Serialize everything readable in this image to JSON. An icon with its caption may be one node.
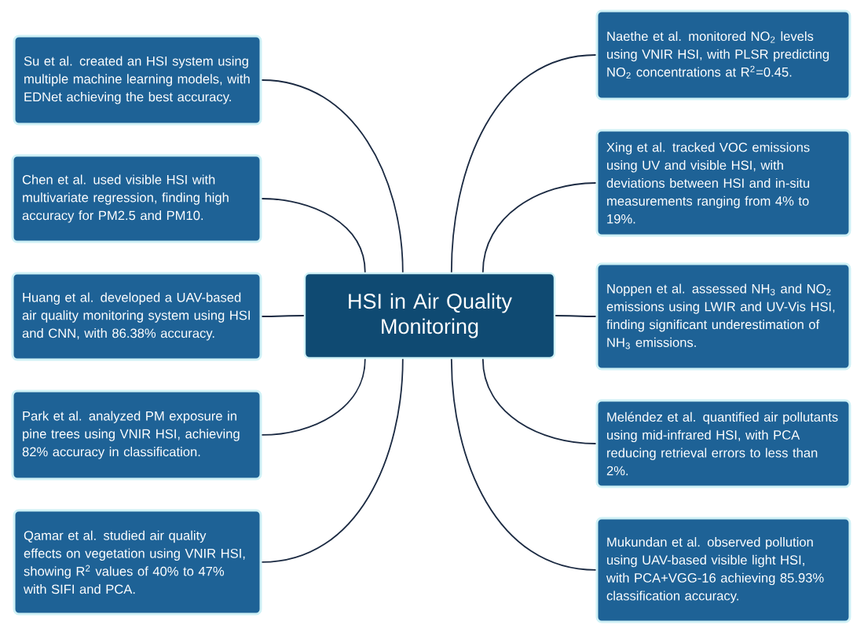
{
  "diagram": {
    "nodes": [
      {
        "text": [
          "HSI in Air Quality Monitoring"
        ]
      },
      {
        "text": [
          "Su et al. created an HSI system using multiple machine learning models, with EDNet achieving the best accuracy."
        ]
      },
      {
        "text": [
          "Chen et al. used visible HSI with multivariate regression, finding high accuracy for PM2.5 and PM10."
        ]
      },
      {
        "text": [
          "Huang et al. developed a UAV-based air quality monitoring system using HSI and CNN, with 86.38% accuracy."
        ]
      },
      {
        "text": [
          "Park et al. analyzed PM exposure in pine trees using VNIR HSI, achieving 82% accuracy in classification."
        ]
      },
      {
        "text": [
          "Qamar et al. studied air quality effects on vegetation using VNIR HSI, showing R$^{2}$ values of 40% to 47% with SIFI and PCA."
        ]
      },
      {
        "text": [
          "Naethe et al. monitored NO$_{2}$ levels using VNIR HSI, with PLSR predicting NO$_{2}$ concentrations at R$^{2}$=0.45."
        ]
      },
      {
        "text": [
          "Xing et al. tracked VOC emissions using UV and visible HSI, with deviations between HSI and in-situ measurements ranging from 4% to 19%."
        ]
      },
      {
        "text": [
          "Noppen et al. assessed NH$_{3}$ and NO$_{2}$ emissions using LWIR and UV-Vis HSI, finding significant underestimation of NH$_{3}$ emissions."
        ]
      },
      {
        "text": [
          "Meléndez et al. quantified air pollutants using mid-infrared HSI, with PCA reducing retrieval errors to less than 2%."
        ]
      },
      {
        "text": [
          "Mukundan et al. observed pollution using UAV-based visible light HSI, with PCA+VGG-16 achieving 85.93% classification accuracy."
        ]
      }
    ],
    "edges": [
      {
        "from": 0,
        "to": 1,
        "arrow": "none"
      },
      {
        "from": 0,
        "to": 2,
        "arrow": "none"
      },
      {
        "from": 0,
        "to": 3,
        "arrow": "none"
      },
      {
        "from": 0,
        "to": 4,
        "arrow": "none"
      },
      {
        "from": 0,
        "to": 5,
        "arrow": "none"
      },
      {
        "from": 0,
        "to": 6,
        "arrow": "none"
      },
      {
        "from": 0,
        "to": 7,
        "arrow": "none"
      },
      {
        "from": 0,
        "to": 8,
        "arrow": "none"
      },
      {
        "from": 0,
        "to": 9,
        "arrow": "none"
      },
      {
        "from": 0,
        "to": 10,
        "arrow": "none"
      }
    ]
  }
}
